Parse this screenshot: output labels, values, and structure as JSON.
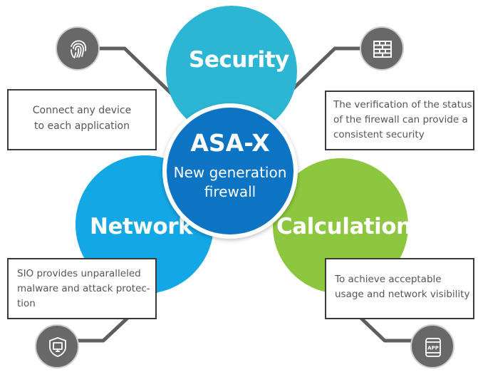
{
  "center": {
    "title": "ASA-X",
    "subtitle_line1": "New generation",
    "subtitle_line2": "firewall"
  },
  "bubbles": {
    "security": {
      "label": "Security",
      "color": "#2cb6d3"
    },
    "network": {
      "label": "Network",
      "color": "#14a7e6"
    },
    "calculation": {
      "label": "Calculation",
      "color": "#8dc63f"
    }
  },
  "boxes": {
    "top_left": {
      "line1": "Connect any device",
      "line2": "to each application"
    },
    "top_right": {
      "line1": "The verification of the status",
      "line2": "of the firewall can provide a",
      "line3": "consistent security"
    },
    "bottom_left": {
      "line1": "SIO provides unparalleled",
      "line2": "malware and attack protec-",
      "line3": "tion"
    },
    "bottom_right": {
      "line1": "To achieve acceptable",
      "line2": "usage and network visibility"
    }
  },
  "icons": {
    "top_left": "fingerprint-icon",
    "top_right": "firewall-brick-icon",
    "bottom_left": "shield-monitor-icon",
    "bottom_right": "app-device-icon",
    "app_label": "APP"
  }
}
